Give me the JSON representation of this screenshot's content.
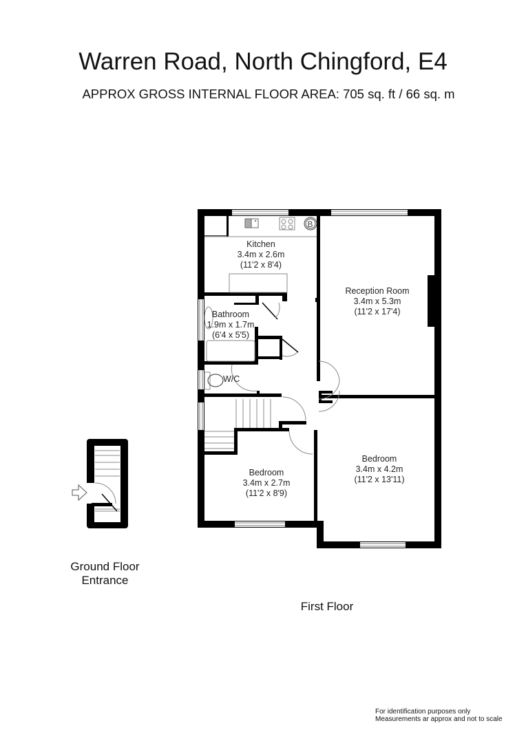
{
  "header": {
    "title": "Warren Road, North Chingford, E4",
    "subtitle": "APPROX GROSS INTERNAL FLOOR AREA:  705 sq. ft / 66 sq. m"
  },
  "floors": [
    {
      "label": "First Floor",
      "rooms": [
        {
          "name": "Kitchen",
          "metric": "3.4m x 2.6m",
          "imperial": "(11'2 x 8'4)"
        },
        {
          "name": "Reception Room",
          "metric": "3.4m x 5.3m",
          "imperial": "(11'2 x 17'4)"
        },
        {
          "name": "Bathroom",
          "metric": "1.9m x 1.7m",
          "imperial": "(6'4 x 5'5)"
        },
        {
          "name": "W/C"
        },
        {
          "name": "Bedroom",
          "metric": "3.4m x 2.7m",
          "imperial": "(11'2 x 8'9)"
        },
        {
          "name": "Bedroom",
          "metric": "3.4m x 4.2m",
          "imperial": "(11'2 x 13'11)"
        }
      ],
      "fixtures": [
        "sink-icon",
        "hob-icon",
        "boiler-icon",
        "bath-icon",
        "toilet-icon",
        "basin-icon",
        "stairs-icon",
        "chimney-breast"
      ]
    },
    {
      "label_line1": "Ground Floor",
      "label_line2": "Entrance",
      "fixtures": [
        "entrance-arrow-icon",
        "stairs-icon"
      ]
    }
  ],
  "footer": {
    "line1": "For identification purposes only",
    "line2": "Measurements ar approx and not to scale"
  },
  "colors": {
    "wall": "#000000",
    "fixture": "#888888",
    "background": "#ffffff"
  }
}
